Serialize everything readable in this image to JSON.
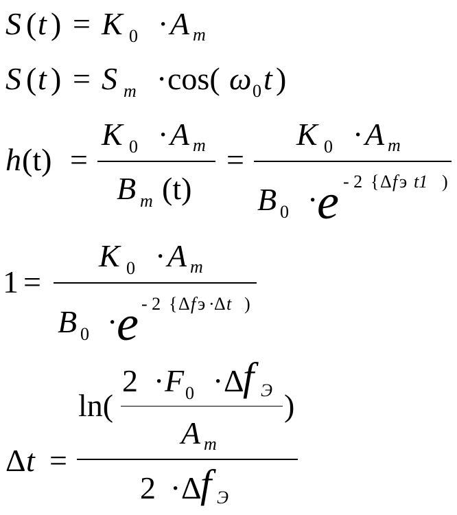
{
  "equations": {
    "eq1": {
      "lhs_S": "S",
      "lhs_open": "(",
      "lhs_t": "t",
      "lhs_close": ")",
      "equals": "=",
      "K": "K",
      "K_sub": "0",
      "dot": "·",
      "A": "A",
      "A_sub": "m"
    },
    "eq2": {
      "lhs_S": "S",
      "lhs_open": "(",
      "lhs_t": "t",
      "lhs_close": ")",
      "equals": "=",
      "S": "S",
      "S_sub": "m",
      "dot": "·",
      "cos": "cos(",
      "omega": "ω",
      "omega_sub": "0",
      "t": "t",
      "close": ")"
    },
    "eq3": {
      "lhs_h": "h",
      "lhs_paren": "(t)",
      "equals1": "=",
      "equals2": "=",
      "num1_K": "K",
      "num1_K_sub": "0",
      "num1_dot": "·",
      "num1_A": "A",
      "num1_A_sub": "m",
      "den1_B": "B",
      "den1_B_sub": "m",
      "den1_t": "(t)",
      "num2_K": "K",
      "num2_K_sub": "0",
      "num2_dot": "·",
      "num2_A": "A",
      "num2_A_sub": "m",
      "den2_B": "B",
      "den2_B_sub": "0",
      "den2_dot": "·",
      "den2_e": "e",
      "exp_minus2": "- 2",
      "exp_brace": "{",
      "exp_delta": "Δ",
      "exp_f": "f",
      "exp_e": "э",
      "exp_t1": "t1",
      "exp_close": ")"
    },
    "eq4": {
      "lhs": "1",
      "equals": "=",
      "num_K": "K",
      "num_K_sub": "0",
      "num_dot": "·",
      "num_A": "A",
      "num_A_sub": "m",
      "den_B": "B",
      "den_B_sub": "0",
      "den_dot": "·",
      "den_e": "e",
      "exp_minus2": "- 2",
      "exp_brace": "{",
      "exp_delta": "Δ",
      "exp_f": "f",
      "exp_e": "э",
      "exp_dot": "·",
      "exp_delta2": "Δ",
      "exp_t": "t",
      "exp_close": ")"
    },
    "eq5": {
      "lhs_delta": "Δ",
      "lhs_t": "t",
      "equals": "=",
      "ln": "ln(",
      "ln_close": ")",
      "inner_2": "2",
      "inner_dot1": "·",
      "inner_F": "F",
      "inner_F_sub": "0",
      "inner_dot2": "·",
      "inner_delta": "Δ",
      "inner_f": "f",
      "inner_f_sub": "Э",
      "inner_A": "A",
      "inner_A_sub": "m",
      "den_2": "2",
      "den_dot": "·",
      "den_delta": "Δ",
      "den_f": "f",
      "den_f_sub": "Э"
    }
  }
}
